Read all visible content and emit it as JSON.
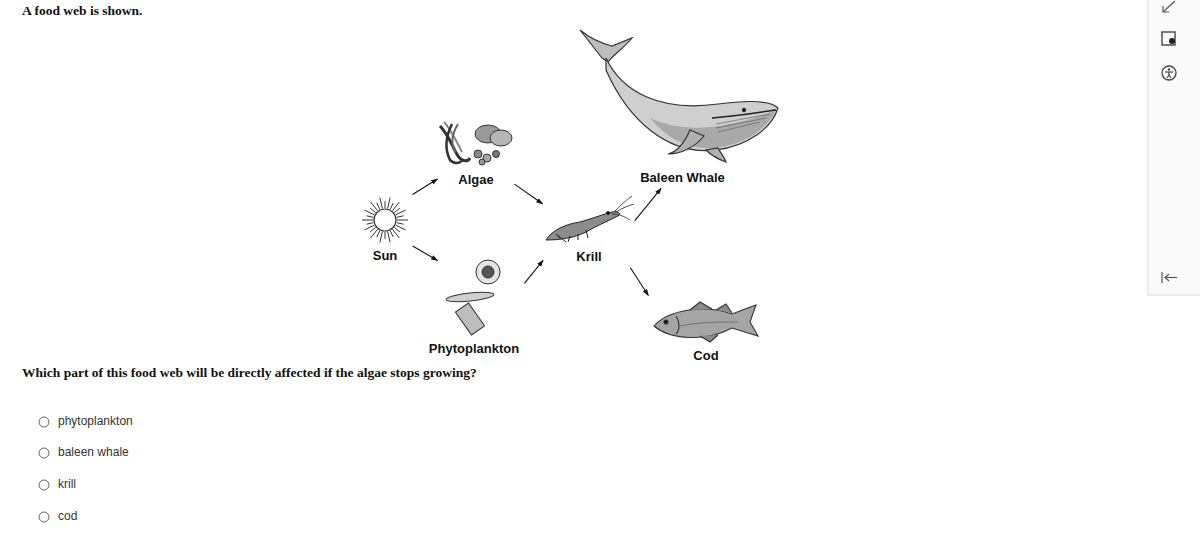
{
  "diagram": {
    "title": "A food web is shown.",
    "nodes": [
      {
        "text": [
          "Sun"
        ]
      },
      {
        "text": [
          "Algae"
        ]
      },
      {
        "text": [
          "Phytoplankton"
        ]
      },
      {
        "text": [
          "Krill"
        ]
      },
      {
        "text": [
          "Baleen Whale"
        ]
      },
      {
        "text": [
          "Cod"
        ]
      }
    ],
    "edges": [
      {
        "from": 0,
        "to": 1,
        "arrow": "to"
      },
      {
        "from": 0,
        "to": 2,
        "arrow": "to"
      },
      {
        "from": 1,
        "to": 3,
        "arrow": "to"
      },
      {
        "from": 2,
        "to": 3,
        "arrow": "to"
      },
      {
        "from": 3,
        "to": 4,
        "arrow": "to"
      },
      {
        "from": 3,
        "to": 5,
        "arrow": "to"
      }
    ],
    "labels": [
      "Which part of this food web will be directly affected if the algae stops growing?",
      "phytoplankton",
      "baleen whale",
      "krill",
      "cod"
    ]
  }
}
